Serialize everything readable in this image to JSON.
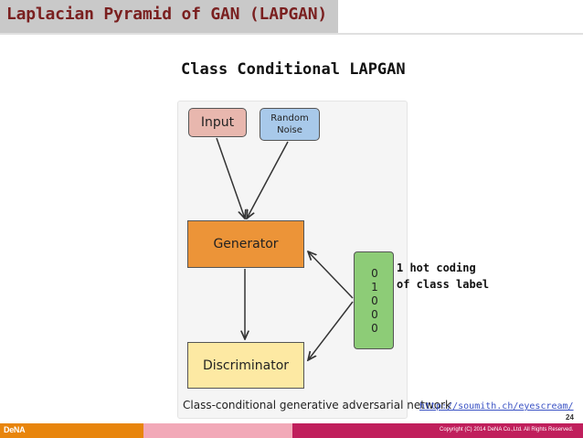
{
  "slide": {
    "title": "Laplacian Pyramid of GAN (LAPGAN)",
    "subtitle": "Class Conditional LAPGAN",
    "page_number": "24"
  },
  "diagram": {
    "nodes": {
      "input": "Input",
      "noise": "Random\nNoise",
      "generator": "Generator",
      "discriminator": "Discriminator",
      "class_label_digits": [
        "0",
        "1",
        "0",
        "0",
        "0"
      ]
    },
    "caption": "Class-conditional generative adversarial network",
    "colors": {
      "input": "#e8b7ae",
      "noise": "#a8c9ea",
      "generator": "#ec9438",
      "discriminator": "#fde9a3",
      "class_label": "#8dcc77"
    }
  },
  "annotation": "1 hot coding\nof class label",
  "link": "http://soumith.ch/eyescream/",
  "footer": {
    "logo": "DeNA",
    "copyright": "Copyright (C) 2014 DeNA Co.,Ltd. All Rights Reserved.",
    "colors": [
      "#e8850c",
      "#f2a9b8",
      "#c01f5c"
    ]
  }
}
